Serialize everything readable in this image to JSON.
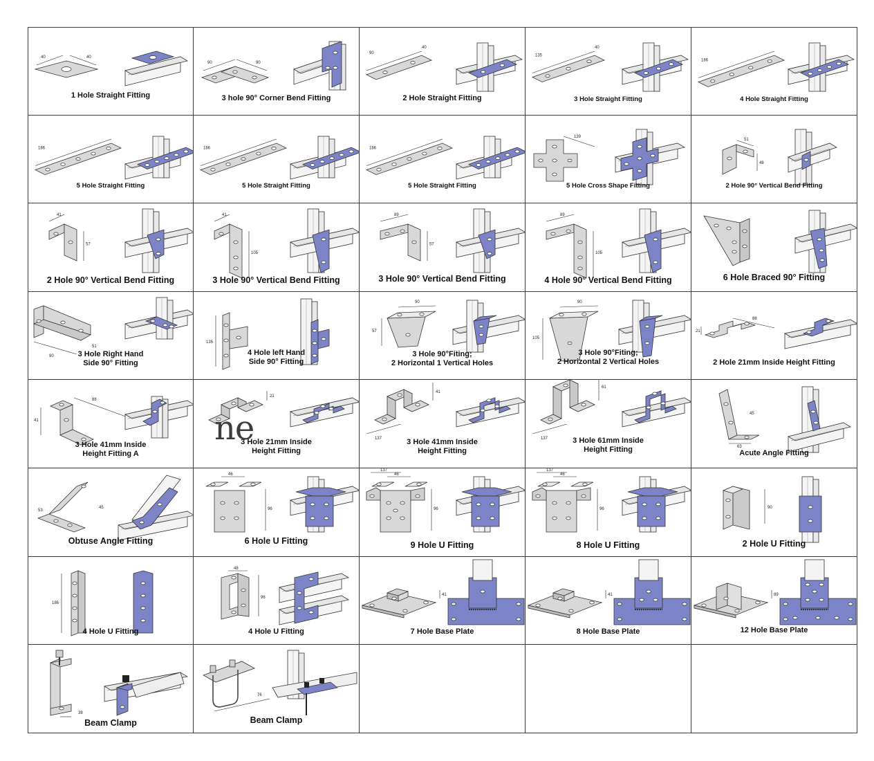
{
  "colors": {
    "plate": "#d8d8d8",
    "fitting": "#7d83c7",
    "channel": "#f4f4f4",
    "stroke": "#333333"
  },
  "watermark_text": "ne",
  "fittings": [
    {
      "label": "1 Hole Straight Fitting",
      "type": "flat-1",
      "dims": [
        "40",
        "40"
      ]
    },
    {
      "label": "3 hole 90° Corner Bend Fitting",
      "type": "corner",
      "dims": [
        "90",
        "90"
      ]
    },
    {
      "label": "2 Hole Straight Fitting",
      "type": "flat-2",
      "dims": [
        "90",
        "40"
      ]
    },
    {
      "label": "3 Hole Straight Fitting",
      "type": "flat-3",
      "dims": [
        "135",
        "40"
      ]
    },
    {
      "label": "4 Hole Straight Fitting",
      "type": "flat-4",
      "dims": [
        "186"
      ]
    },
    {
      "label": "5 Hole Straight Fitting",
      "type": "flat-5",
      "dims": [
        "186"
      ]
    },
    {
      "label": "5 Hole Straight Fitting",
      "type": "flat-5",
      "dims": [
        "186"
      ]
    },
    {
      "label": "5 Hole Straight Fitting",
      "type": "flat-5",
      "dims": [
        "186"
      ]
    },
    {
      "label": "5 Hole Cross Shape Fitting",
      "type": "cross",
      "dims": [
        "139"
      ]
    },
    {
      "label": "2 Hole 90° Vertical Bend Fitting",
      "type": "small-angle",
      "dims": [
        "51",
        "48"
      ]
    },
    {
      "label": "2 Hole 90° Vertical Bend Fitting",
      "type": "angle-2",
      "dims": [
        "41",
        "57"
      ]
    },
    {
      "label": "3 Hole 90° Vertical Bend Fitting",
      "type": "angle-3v",
      "dims": [
        "41",
        "105"
      ]
    },
    {
      "label": "3 Hole 90° Vertical Bend Fitting",
      "type": "angle-3h",
      "dims": [
        "89",
        "57"
      ]
    },
    {
      "label": "4 Hole 90° Vertical Bend Fitting",
      "type": "angle-4",
      "dims": [
        "89",
        "105"
      ]
    },
    {
      "label": "6 Hole Braced 90° Fitting",
      "type": "braced",
      "dims": []
    },
    {
      "label": "3 Hole Right Hand\nSide 90° Fitting",
      "type": "right-hand",
      "dims": [
        "90",
        "51"
      ]
    },
    {
      "label": "4 Hole left Hand\nSide 90° Fitting",
      "type": "left-hand",
      "dims": [
        "135"
      ]
    },
    {
      "label": "3 Hole 90°Fiting;\n2 Horizontal 1 Vertical Holes",
      "type": "trap-3",
      "dims": [
        "90",
        "57"
      ]
    },
    {
      "label": "3 Hole 90°Fiting;\n2 Horizontal 2 Vertical Holes",
      "type": "trap-tall",
      "dims": [
        "90",
        "105"
      ]
    },
    {
      "label": "2 Hole 21mm Inside Height Fitting",
      "type": "z-low",
      "dims": [
        "88",
        "21"
      ]
    },
    {
      "label": "3 Hole 41mm Inside\nHeight Fitting A",
      "type": "z-41",
      "dims": [
        "88",
        "41"
      ]
    },
    {
      "label": "3 Hole 21mm Inside\nHeight Fitting",
      "type": "hat-21",
      "dims": [
        "21"
      ]
    },
    {
      "label": "3 Hole 41mm Inside\nHeight Fitting",
      "type": "hat-41",
      "dims": [
        "41",
        "137"
      ]
    },
    {
      "label": "3 Hole 61mm Inside\nHeight Fitting",
      "type": "hat-61",
      "dims": [
        "61",
        "137"
      ]
    },
    {
      "label": "Acute Angle Fitting",
      "type": "acute",
      "dims": [
        "45",
        "63"
      ]
    },
    {
      "label": "Obtuse Angle Fitting",
      "type": "obtuse",
      "dims": [
        "53",
        "45"
      ]
    },
    {
      "label": "6 Hole U Fitting",
      "type": "u-6",
      "dims": [
        "46",
        "96"
      ]
    },
    {
      "label": "9 Hole U Fitting",
      "type": "u-9",
      "dims": [
        "137",
        "46",
        "96"
      ]
    },
    {
      "label": "8 Hole U Fitting",
      "type": "u-8",
      "dims": [
        "137",
        "46",
        "96"
      ]
    },
    {
      "label": "2 Hole U Fitting",
      "type": "u-2",
      "dims": [
        "90"
      ]
    },
    {
      "label": "4 Hole U Fitting",
      "type": "u-4",
      "dims": [
        "186"
      ]
    },
    {
      "label": "4 Hole U Fitting",
      "type": "u-4w",
      "dims": [
        "48",
        "96"
      ]
    },
    {
      "label": "7 Hole Base Plate",
      "type": "base-7",
      "dims": [
        "41"
      ]
    },
    {
      "label": "8 Hole Base Plate",
      "type": "base-8",
      "dims": [
        "41"
      ]
    },
    {
      "label": "12 Hole Base Plate",
      "type": "base-12",
      "dims": [
        "89"
      ]
    },
    {
      "label": "Beam Clamp",
      "type": "clamp-1",
      "dims": [
        "38"
      ]
    },
    {
      "label": "Beam Clamp",
      "type": "clamp-2",
      "dims": [
        "76"
      ]
    }
  ]
}
